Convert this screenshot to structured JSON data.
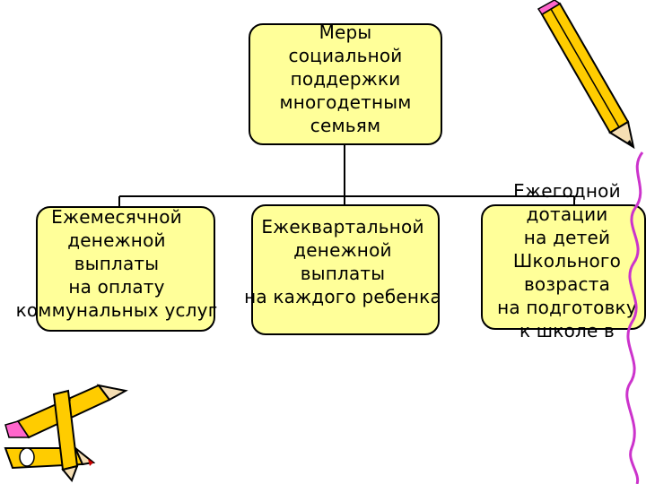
{
  "root": {
    "text": "Меры\nсоциальной\nподдержки\nмногодетным\nсемьям"
  },
  "children": [
    {
      "text": "Ежемесячной\nденежной\nвыплаты\nна оплату\nкоммунальных услуг"
    },
    {
      "text": "Ежеквартальной\nденежной\nвыплаты\nна каждого ребенка"
    },
    {
      "text": "Ежегодной\nдотации\nна детей\nШкольного\nвозраста\nна подготовку\nк школе в"
    }
  ],
  "colors": {
    "box_fill": "#ffff99",
    "pencil_body": "#ffcc00",
    "accent": "#cc33cc"
  },
  "decorations": [
    "pencil-icon",
    "pencils-icon",
    "curly-ribbon"
  ]
}
